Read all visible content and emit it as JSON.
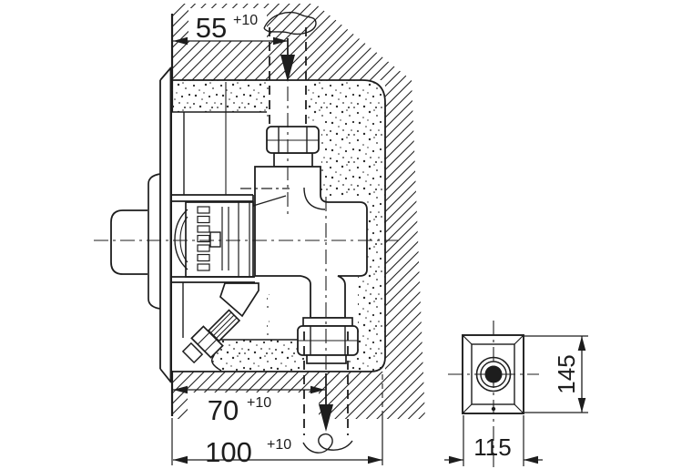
{
  "drawing": {
    "kind": "installation cross-section of concealed valve in wall recess with front view of cover plate",
    "colors": {
      "ink": "#1d1d1d",
      "paper": "#ffffff"
    }
  },
  "dims": {
    "d55": {
      "v": "55",
      "tol": "+10"
    },
    "d70": {
      "v": "70",
      "tol": "+10"
    },
    "d100": {
      "v": "100",
      "tol": "+10"
    },
    "d115": {
      "v": "115"
    },
    "d145": {
      "v": "145"
    }
  },
  "icons": {
    "flow_top": "arrow-down-flow-direction",
    "flow_bottom": "arrow-down-flow-direction"
  }
}
